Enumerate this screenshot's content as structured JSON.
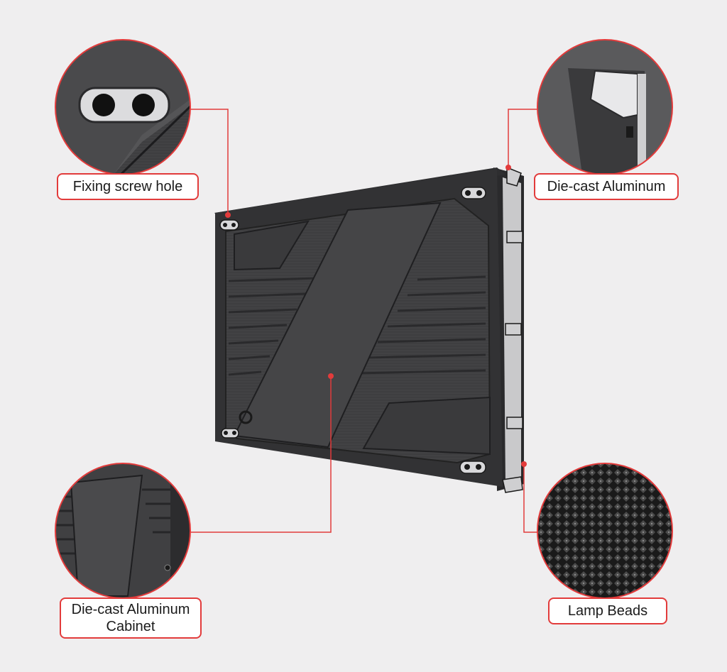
{
  "callouts": {
    "fixing_screw_hole": "Fixing screw hole",
    "die_cast_aluminum": "Die-cast Aluminum",
    "cabinet_line1": "Die-cast Aluminum",
    "cabinet_line2": "Cabinet",
    "lamp_beads": "Lamp Beads"
  },
  "colors": {
    "accent": "#e23b3b",
    "background": "#efeeef",
    "panel": "#3c3c3e"
  }
}
